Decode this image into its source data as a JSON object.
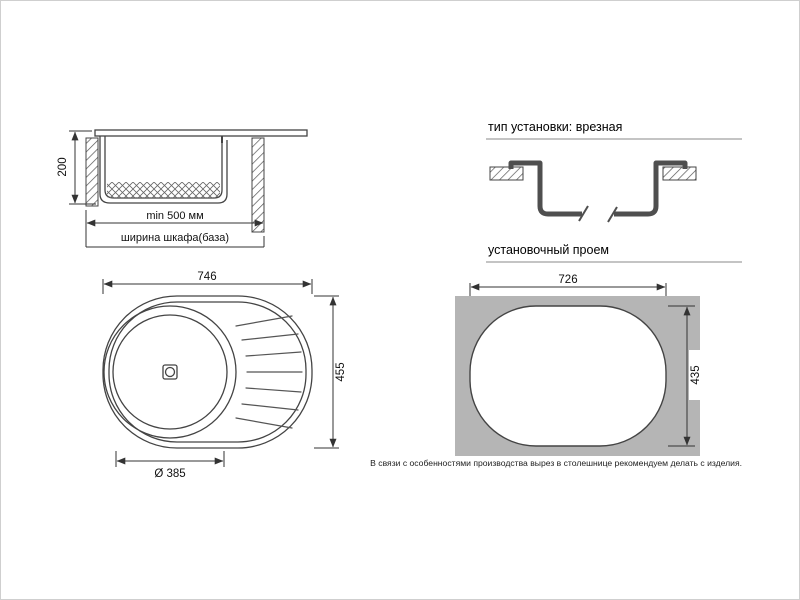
{
  "side_view": {
    "dim_depth": "200",
    "dim_min_width": "min 500 мм",
    "cabinet_label": "ширина шкафа(база)"
  },
  "top_view": {
    "dim_width": "746",
    "dim_height": "455",
    "dim_bowl_diameter": "Ø 385"
  },
  "mount_section": {
    "title": "тип установки: врезная"
  },
  "cutout_section": {
    "title": "установочный проем",
    "dim_width": "726",
    "dim_height": "435",
    "note": "В связи с особенностями производства вырез в столешнице рекомендуем делать с изделия."
  },
  "colors": {
    "line": "#333333",
    "drawing": "#4a4a4a",
    "gray_fill": "#b5b5b5"
  }
}
